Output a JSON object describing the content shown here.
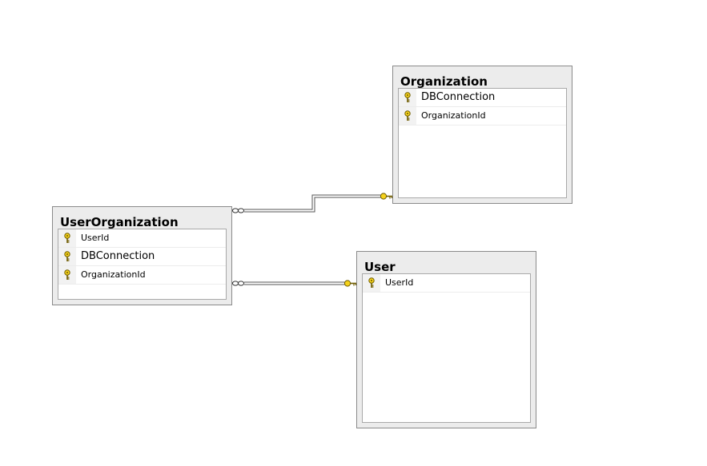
{
  "diagram": {
    "tables": {
      "organization": {
        "title": "Organization",
        "columns": [
          {
            "name": "DBConnection",
            "icon": "primary-key-icon"
          },
          {
            "name": "OrganizationId",
            "icon": "primary-key-icon"
          }
        ]
      },
      "user_organization": {
        "title": "UserOrganization",
        "columns": [
          {
            "name": "UserId",
            "icon": "primary-key-icon"
          },
          {
            "name": "DBConnection",
            "icon": "primary-key-icon"
          },
          {
            "name": "OrganizationId",
            "icon": "primary-key-icon"
          }
        ]
      },
      "user": {
        "title": "User",
        "columns": [
          {
            "name": "UserId",
            "icon": "primary-key-icon"
          }
        ]
      }
    },
    "relationships": [
      {
        "from": "UserOrganization",
        "to": "Organization",
        "from_end": "infinity-icon",
        "to_end": "key-icon"
      },
      {
        "from": "UserOrganization",
        "to": "User",
        "from_end": "infinity-icon",
        "to_end": "key-icon"
      }
    ],
    "colors": {
      "key_gold": "#e8c21a",
      "table_header": "#ececec",
      "table_border": "#8a8a8a",
      "connector": "#555555"
    }
  }
}
